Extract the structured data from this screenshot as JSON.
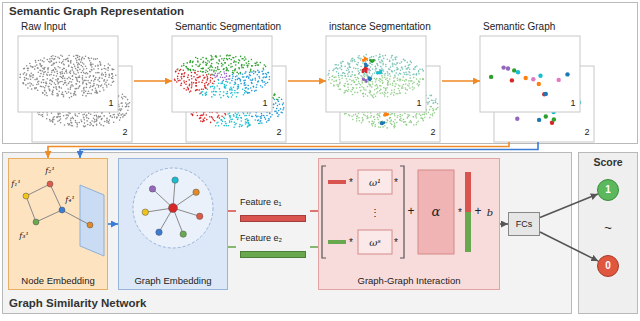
{
  "diagram": {
    "nodes": [
      {
        "text": [
          "Semantic Graph Representation"
        ]
      },
      {
        "text": [
          "Raw Input"
        ],
        "in": 0
      },
      {
        "text": [
          "Semantic Segmentation"
        ],
        "in": 0
      },
      {
        "text": [
          "instance Segmentation"
        ],
        "in": 0
      },
      {
        "text": [
          "Semantic Graph"
        ],
        "in": 0
      },
      {
        "text": [
          "Graph Similarity Network"
        ]
      },
      {
        "text": [
          "Node Embedding"
        ],
        "in": 5
      },
      {
        "text": [
          "Graph Embedding"
        ],
        "in": 5
      },
      {
        "text": [
          "Feature e₁"
        ],
        "in": 5
      },
      {
        "text": [
          "Feature e₂"
        ],
        "in": 5
      },
      {
        "text": [
          "Graph-Graph Interaction"
        ],
        "in": 5
      },
      {
        "text": [
          "FCs"
        ],
        "in": 5
      },
      {
        "text": [
          "Score"
        ]
      },
      {
        "text": [
          "1"
        ],
        "in": 12
      },
      {
        "text": [
          "0"
        ],
        "in": 12
      }
    ],
    "edges": [
      {
        "from": 1,
        "to": 2,
        "arrow": "to"
      },
      {
        "from": 2,
        "to": 3,
        "arrow": "to"
      },
      {
        "from": 3,
        "to": 4,
        "arrow": "to"
      },
      {
        "from": 4,
        "to": 6,
        "arrow": "to"
      },
      {
        "from": 4,
        "to": 6,
        "arrow": "to"
      },
      {
        "from": 6,
        "to": 7,
        "arrow": "to"
      },
      {
        "from": 7,
        "to": 8,
        "arrow": "none"
      },
      {
        "from": 7,
        "to": 9,
        "arrow": "none"
      },
      {
        "from": 8,
        "to": 10,
        "arrow": "none"
      },
      {
        "from": 9,
        "to": 10,
        "arrow": "none"
      },
      {
        "from": 10,
        "to": 11,
        "arrow": "to"
      },
      {
        "from": 11,
        "to": 13,
        "arrow": "to"
      },
      {
        "from": 11,
        "to": 14,
        "arrow": "to"
      }
    ],
    "labels": [
      "1",
      "2",
      "1",
      "2",
      "1",
      "2",
      "1",
      "2",
      "f₁¹",
      "f₂¹",
      "f₃¹",
      "f₄¹",
      "ω¹",
      "⋮",
      "ωˢ",
      "*",
      "*",
      "*",
      "*",
      "+",
      "α",
      "*",
      "+",
      "b",
      "~"
    ]
  }
}
